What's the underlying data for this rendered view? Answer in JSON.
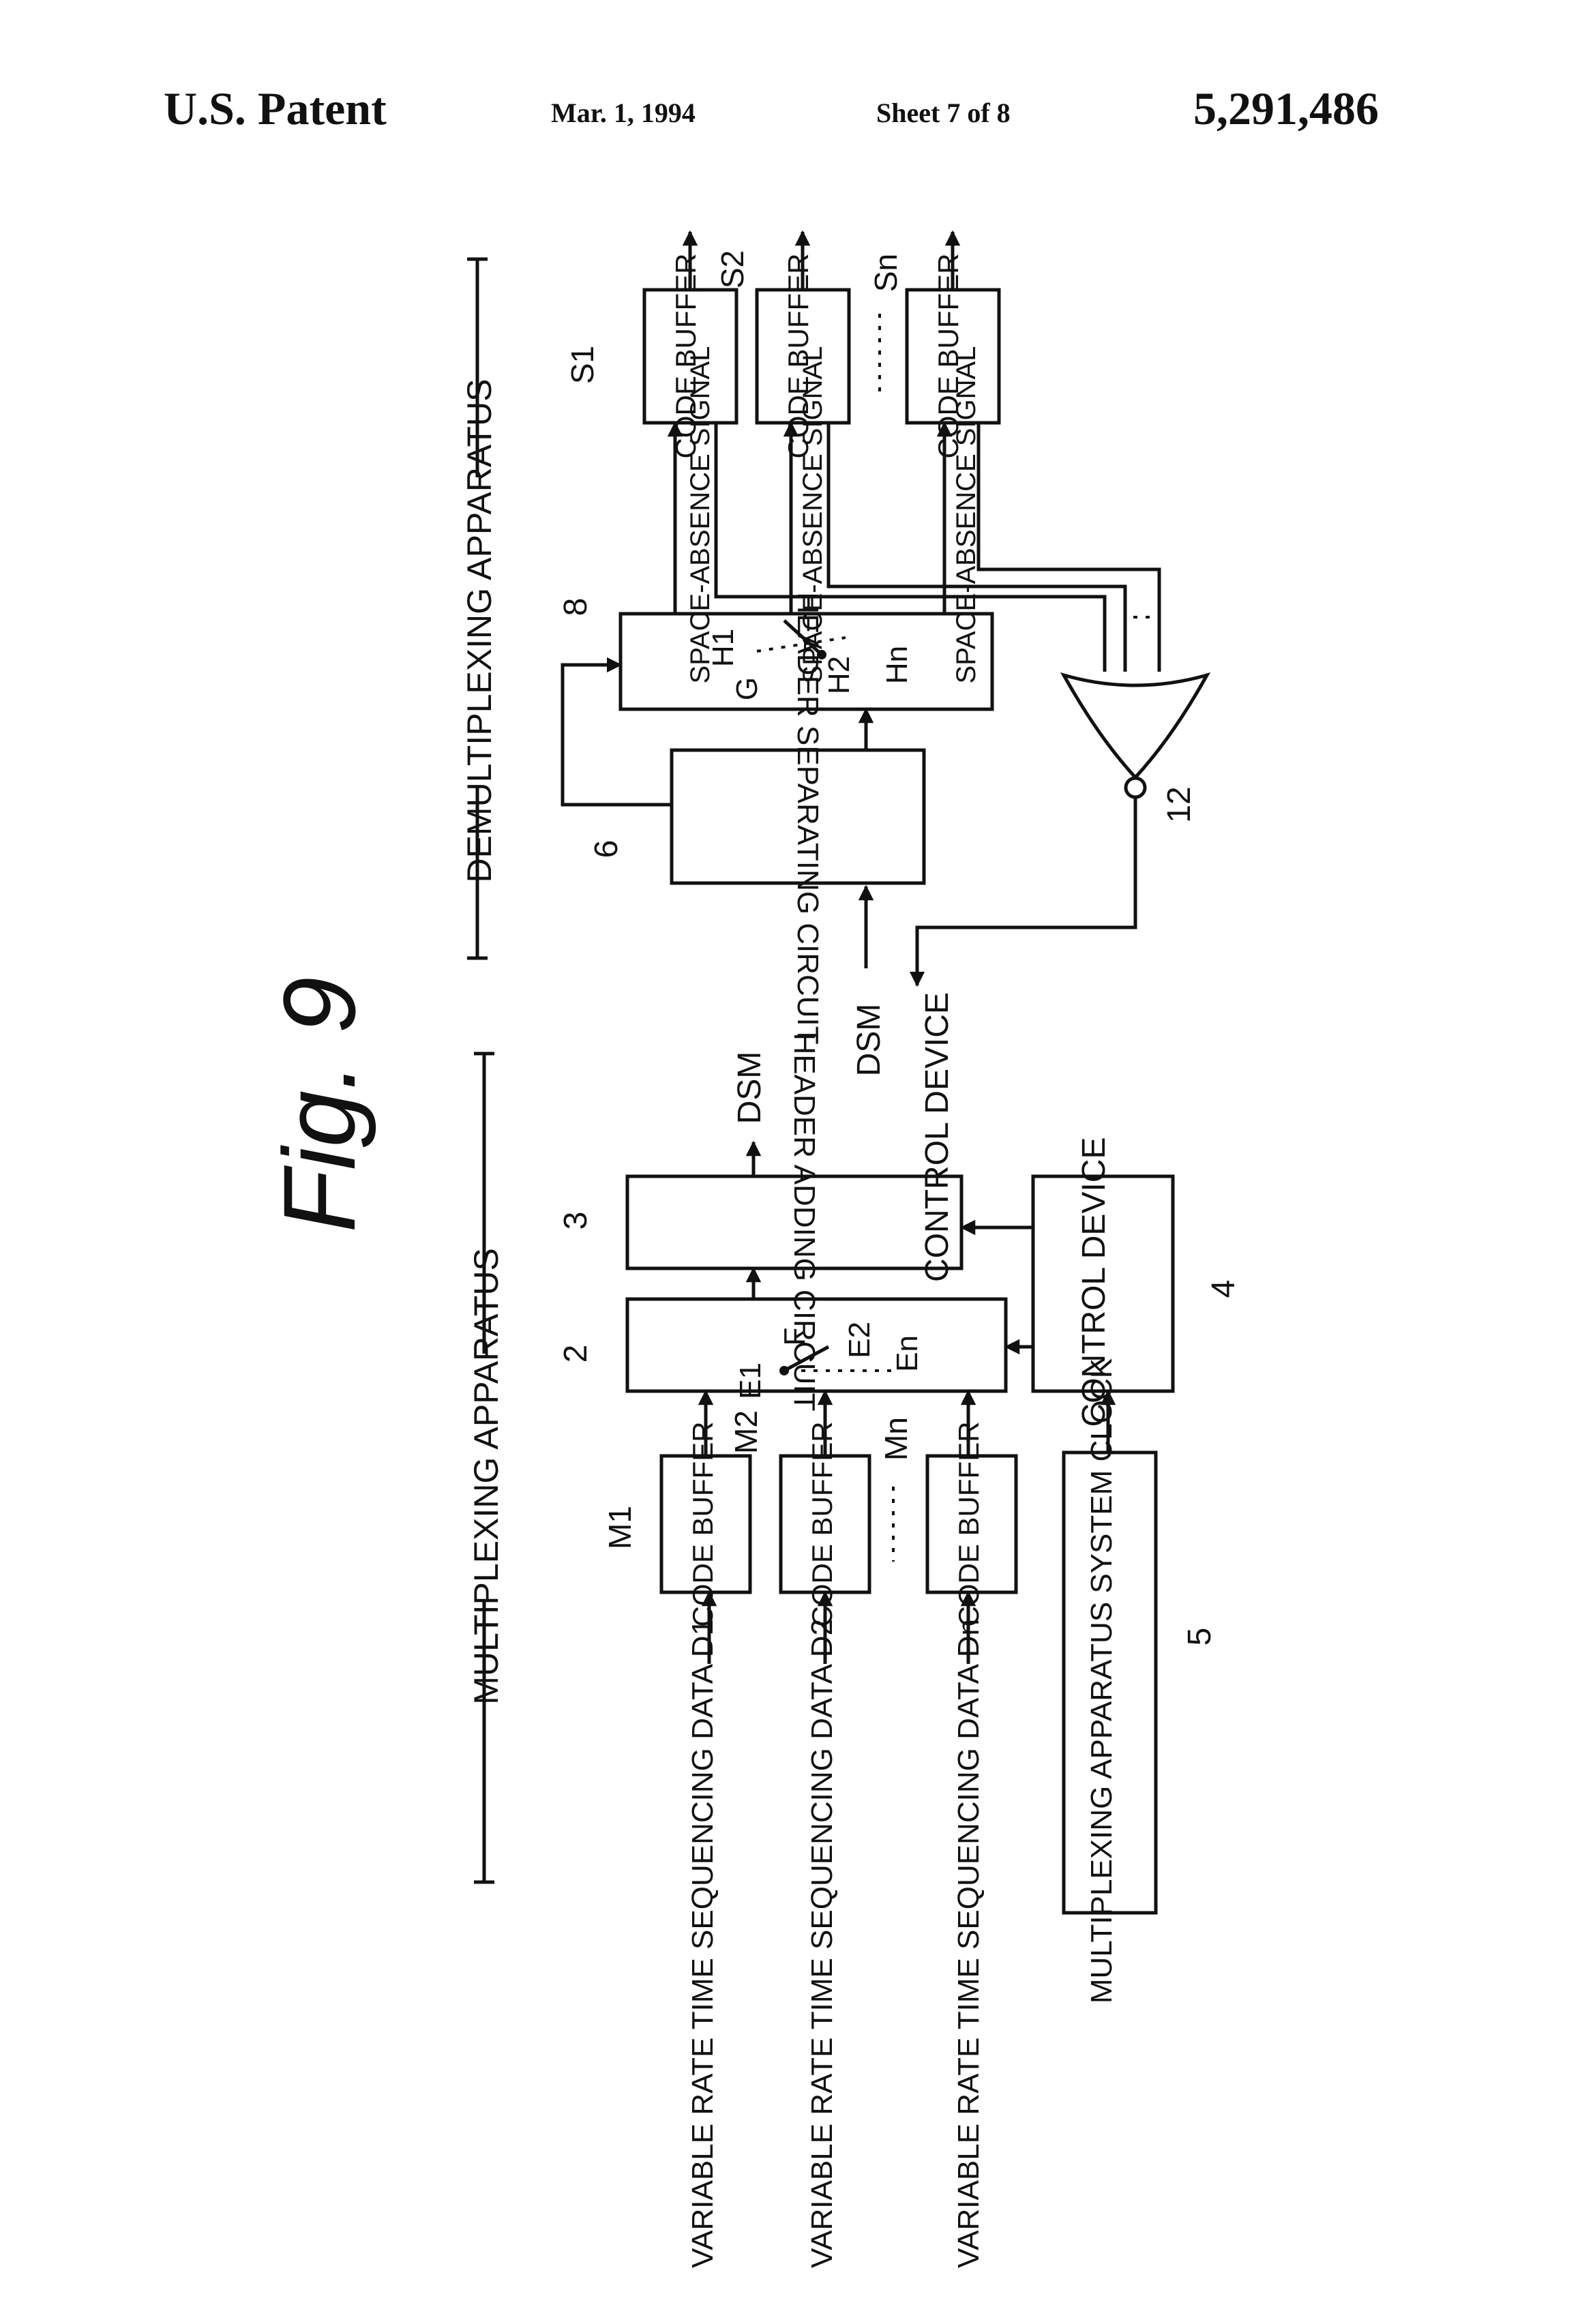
{
  "header": {
    "title": "U.S. Patent",
    "date": "Mar. 1, 1994",
    "sheet": "Sheet 7 of 8",
    "patent_number": "5,291,486"
  },
  "figure": {
    "label": "Fig. 9"
  },
  "multiplexing": {
    "section_label": "MULTIPLEXING APPARATUS",
    "inputs": [
      "VARIABLE RATE TIME SEQUENCING DATA D1",
      "VARIABLE RATE TIME SEQUENCING DATA D2",
      "VARIABLE RATE TIME SEQUENCING DATA Dn"
    ],
    "buffers": [
      {
        "label": "CODE BUFFER",
        "ref": "M1"
      },
      {
        "label": "CODE BUFFER",
        "ref": "M2"
      },
      {
        "label": "CODE BUFFER",
        "ref": "Mn"
      }
    ],
    "switch": {
      "ref": "2",
      "pole": "F",
      "contacts": [
        "E1",
        "E2",
        "En"
      ]
    },
    "header_adding": {
      "label": "HEADER ADDING CIRCUIT",
      "ref": "3"
    },
    "output": "DSM",
    "control_device": {
      "label": "CONTROL DEVICE",
      "ref": "4"
    },
    "clock": {
      "label": "MULTIPLEXING APPARATUS SYSTEM CLOCK",
      "ref": "5"
    }
  },
  "demultiplexing": {
    "section_label": "DEMULTIPLEXING APPARATUS",
    "input": "DSM",
    "header_separating": {
      "label": "HEADER SEPARATING CIRCUIT",
      "ref": "6"
    },
    "switch": {
      "ref": "8",
      "pole": "G",
      "contacts": [
        "H1",
        "H2",
        "Hn"
      ]
    },
    "buffers": [
      {
        "label": "CODE BUFFER",
        "ref": "S1",
        "signal": "SPACE-ABSENCE SIGNAL"
      },
      {
        "label": "CODE BUFFER",
        "ref": "S2",
        "signal": "SPACE-ABSENCE SIGNAL"
      },
      {
        "label": "CODE BUFFER",
        "ref": "Sn",
        "signal": "SPACE-ABSENCE SIGNAL"
      }
    ],
    "nor_gate": {
      "ref": "12"
    },
    "control_output": "CONTROL DEVICE"
  }
}
